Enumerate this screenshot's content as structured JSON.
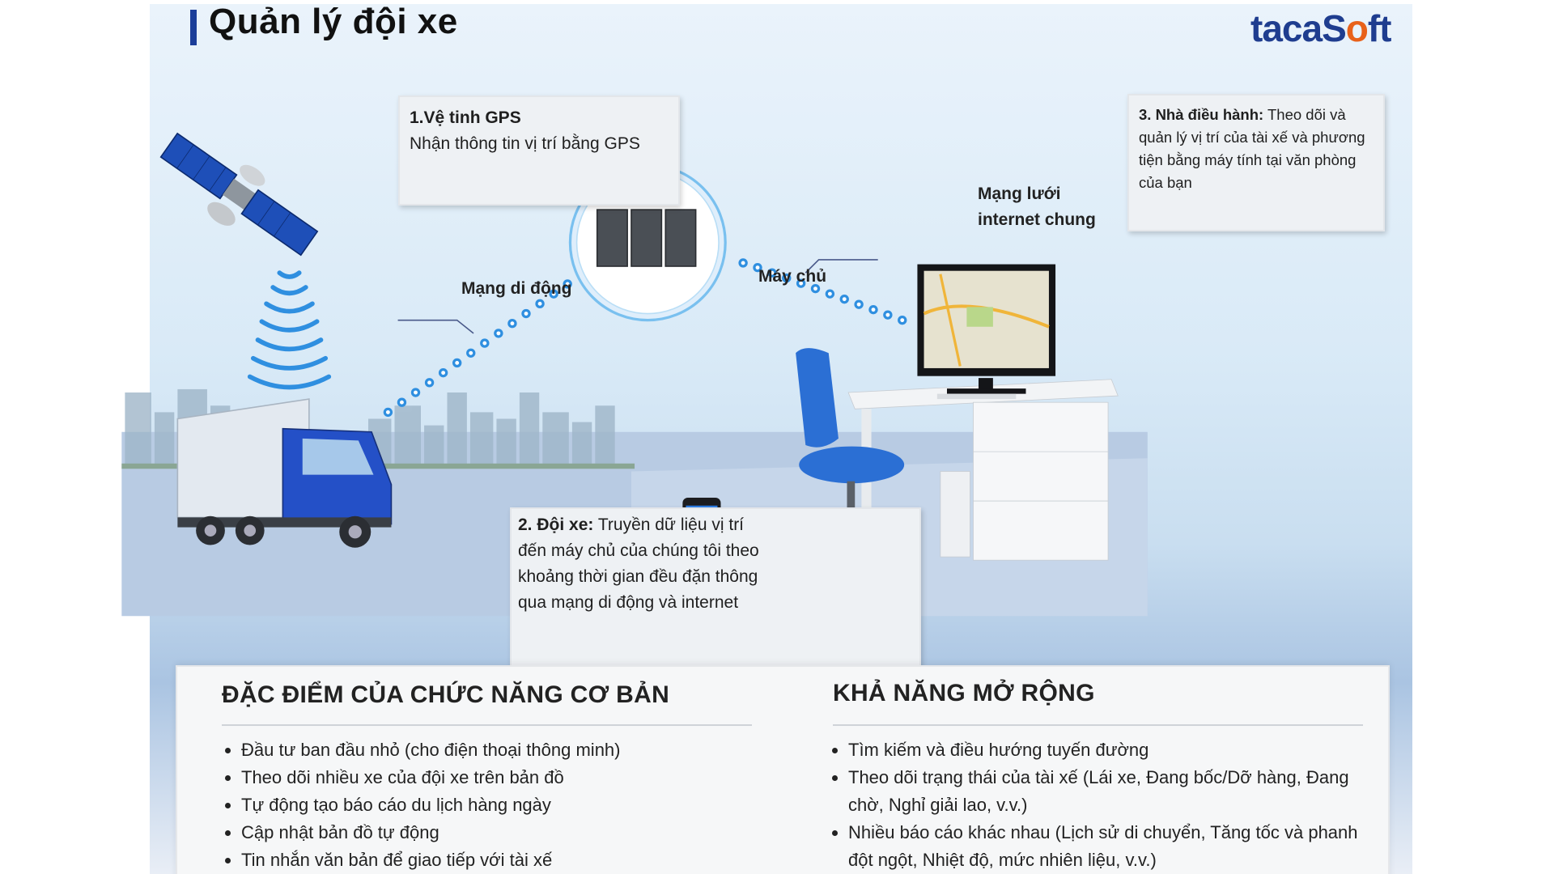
{
  "title": "Quản lý đội xe",
  "logo": {
    "main": "tacaS",
    "accent": "o",
    "end": "ft"
  },
  "bubbles": {
    "gps": {
      "heading": "1.Vệ tinh GPS",
      "text": "Nhận thông tin vị trí bằng GPS"
    },
    "operator": {
      "heading": "3. Nhà điều hành:",
      "text": "Theo dõi và quản lý vị trí của tài xế và phương tiện bằng máy tính tại văn phòng của bạn"
    },
    "fleet": {
      "heading": "2. Đội xe:",
      "text": "Truyền dữ liệu vị trí đến máy chủ của chúng tôi theo khoảng thời gian đều đặn thông qua mạng di động và internet"
    }
  },
  "labels": {
    "server": "Máy chủ",
    "mobile_network": "Mạng di động",
    "internet_line1": "Mạng lưới",
    "internet_line2": "internet chung"
  },
  "features": {
    "title": "ĐẶC ĐIỂM CỦA CHỨC NĂNG CƠ BẢN",
    "items": [
      "Đầu tư ban đầu nhỏ (cho điện thoại thông minh)",
      "Theo dõi nhiều xe của đội xe trên bản đồ",
      "Tự động tạo báo cáo du lịch hàng ngày",
      "Cập nhật bản đồ tự động",
      "Tin nhắn văn bản để giao tiếp với tài xế"
    ]
  },
  "extensions": {
    "title": "KHẢ NĂNG MỞ RỘNG",
    "items": [
      "Tìm kiếm và điều hướng tuyến đường",
      "Theo dõi trạng thái của tài xế (Lái xe, Đang bốc/Dỡ hàng, Đang chờ, Nghỉ giải lao, v.v.)",
      "Nhiều báo cáo khác nhau (Lịch sử di chuyển, Tăng tốc và phanh đột ngột, Nhiệt độ, mức nhiên liệu, v.v.)"
    ]
  },
  "colors": {
    "brand_blue": "#1f3d8f",
    "brand_orange": "#e8611a",
    "accent_blue": "#2f8fe0"
  }
}
